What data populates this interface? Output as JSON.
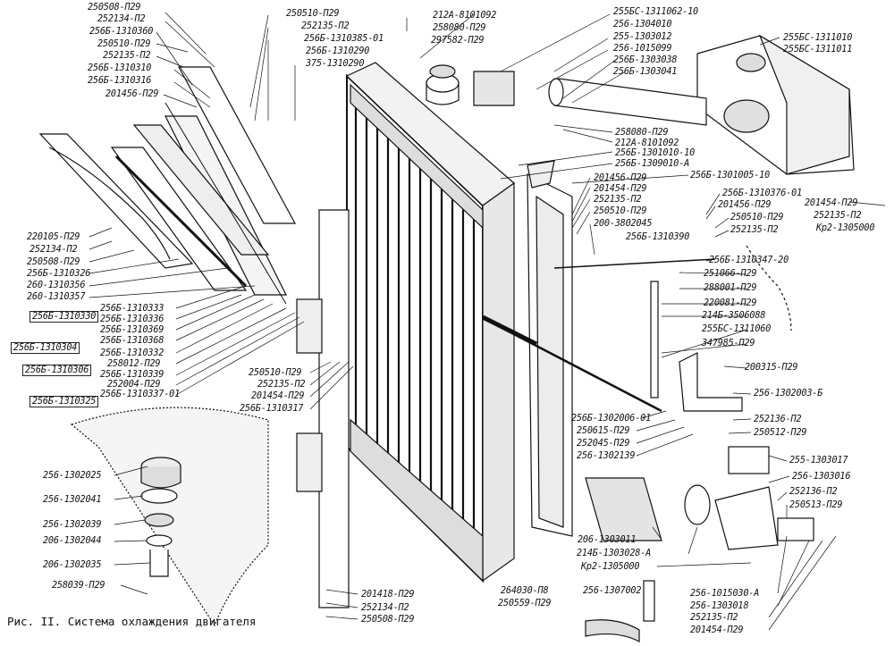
{
  "caption": "Рис. II. Система охлаждения двигателя",
  "labels": {
    "l01": "250508-П29",
    "l02": "252134-П2",
    "l03": "256Б-1310360",
    "l04": "250510-П29",
    "l05": "252135-П2",
    "l06": "256Б-1310310",
    "l07": "256Б-1310316",
    "l08": "201456-П29",
    "l09": "250510-П29",
    "l10": "252135-П2",
    "l11": "256Б-1310385-01",
    "l12": "256Б-1310290",
    "l13": "375-1310290",
    "l14": "212А-8101092",
    "l15": "258080-П29",
    "l16": "297582-П29",
    "l17": "255БС-1311062-10",
    "l18": "256-1304010",
    "l19": "255-1303012",
    "l20": "256-1015099",
    "l21": "256Б-1303038",
    "l22": "256Б-1303041",
    "l23": "255БС-1311010",
    "l24": "255БС-1311011",
    "l25": "258080-П29",
    "l26": "212А-8101092",
    "l27": "256Б-1301010-10",
    "l28": "256Б-1309010-А",
    "l29": "256Б-1301005-10",
    "l30": "201456-П29",
    "l31": "201454-П29",
    "l32": "252135-П2",
    "l33": "250510-П29",
    "l34": "200-3802045",
    "l35": "256Б-1310390",
    "l36": "256Б-1310376-01",
    "l37": "201456-П29",
    "l38": "250510-П29",
    "l39": "252135-П2",
    "l40": "201454-П29",
    "l41": "252135-П2",
    "l42": "Кр2-1305000",
    "l43": "256Б-1310347-20",
    "l44": "251066-П29",
    "l45": "288001-П29",
    "l46": "220081-П29",
    "l47": "214Б-3506088",
    "l48": "255БС-1311060",
    "l49": "347985-П29",
    "l50": "200315-П29",
    "l51": "256-1302003-Б",
    "l52": "220105-П29",
    "l53": "252134-П2",
    "l54": "250508-П29",
    "l55": "256Б-1310326",
    "l56": "260-1310356",
    "l57": "260-1310357",
    "l58": "256Б-1310330",
    "l59": "256Б-1310333",
    "l60": "256Б-1310336",
    "l61": "256Б-1310369",
    "l62": "256Б-1310368",
    "l63": "256Б-1310332",
    "l64": "258012-П29",
    "l65": "256Б-1310339",
    "l66": "252004-П29",
    "l67": "256Б-1310337-01",
    "l68": "256Б-1310304",
    "l69": "256Б-1310306",
    "l70": "256Б-1310325",
    "l71": "250510-П29",
    "l72": "252135-П2",
    "l73": "201454-П29",
    "l74": "256Б-1310317",
    "l75": "256Б-1302006-01",
    "l76": "250615-П29",
    "l77": "252045-П29",
    "l78": "256-1302139",
    "l79": "252136-П2",
    "l80": "250512-П29",
    "l81": "255-1303017",
    "l82": "256-1303016",
    "l83": "252136-П2",
    "l84": "250513-П29",
    "l85": "256-1302025",
    "l86": "256-1302041",
    "l87": "256-1302039",
    "l88": "206-1302044",
    "l89": "206-1302035",
    "l90": "258039-П29",
    "l91": "206-1303011",
    "l92": "214Б-1303028-А",
    "l93": "Кр2-1305000",
    "l94": "201418-П29",
    "l95": "252134-П2",
    "l96": "250508-П29",
    "l97": "264030-П8",
    "l98": "250559-П29",
    "l99": "256-1307002",
    "l100": "256-1015030-А",
    "l101": "256-1303018",
    "l102": "252135-П2",
    "l103": "201454-П29"
  }
}
